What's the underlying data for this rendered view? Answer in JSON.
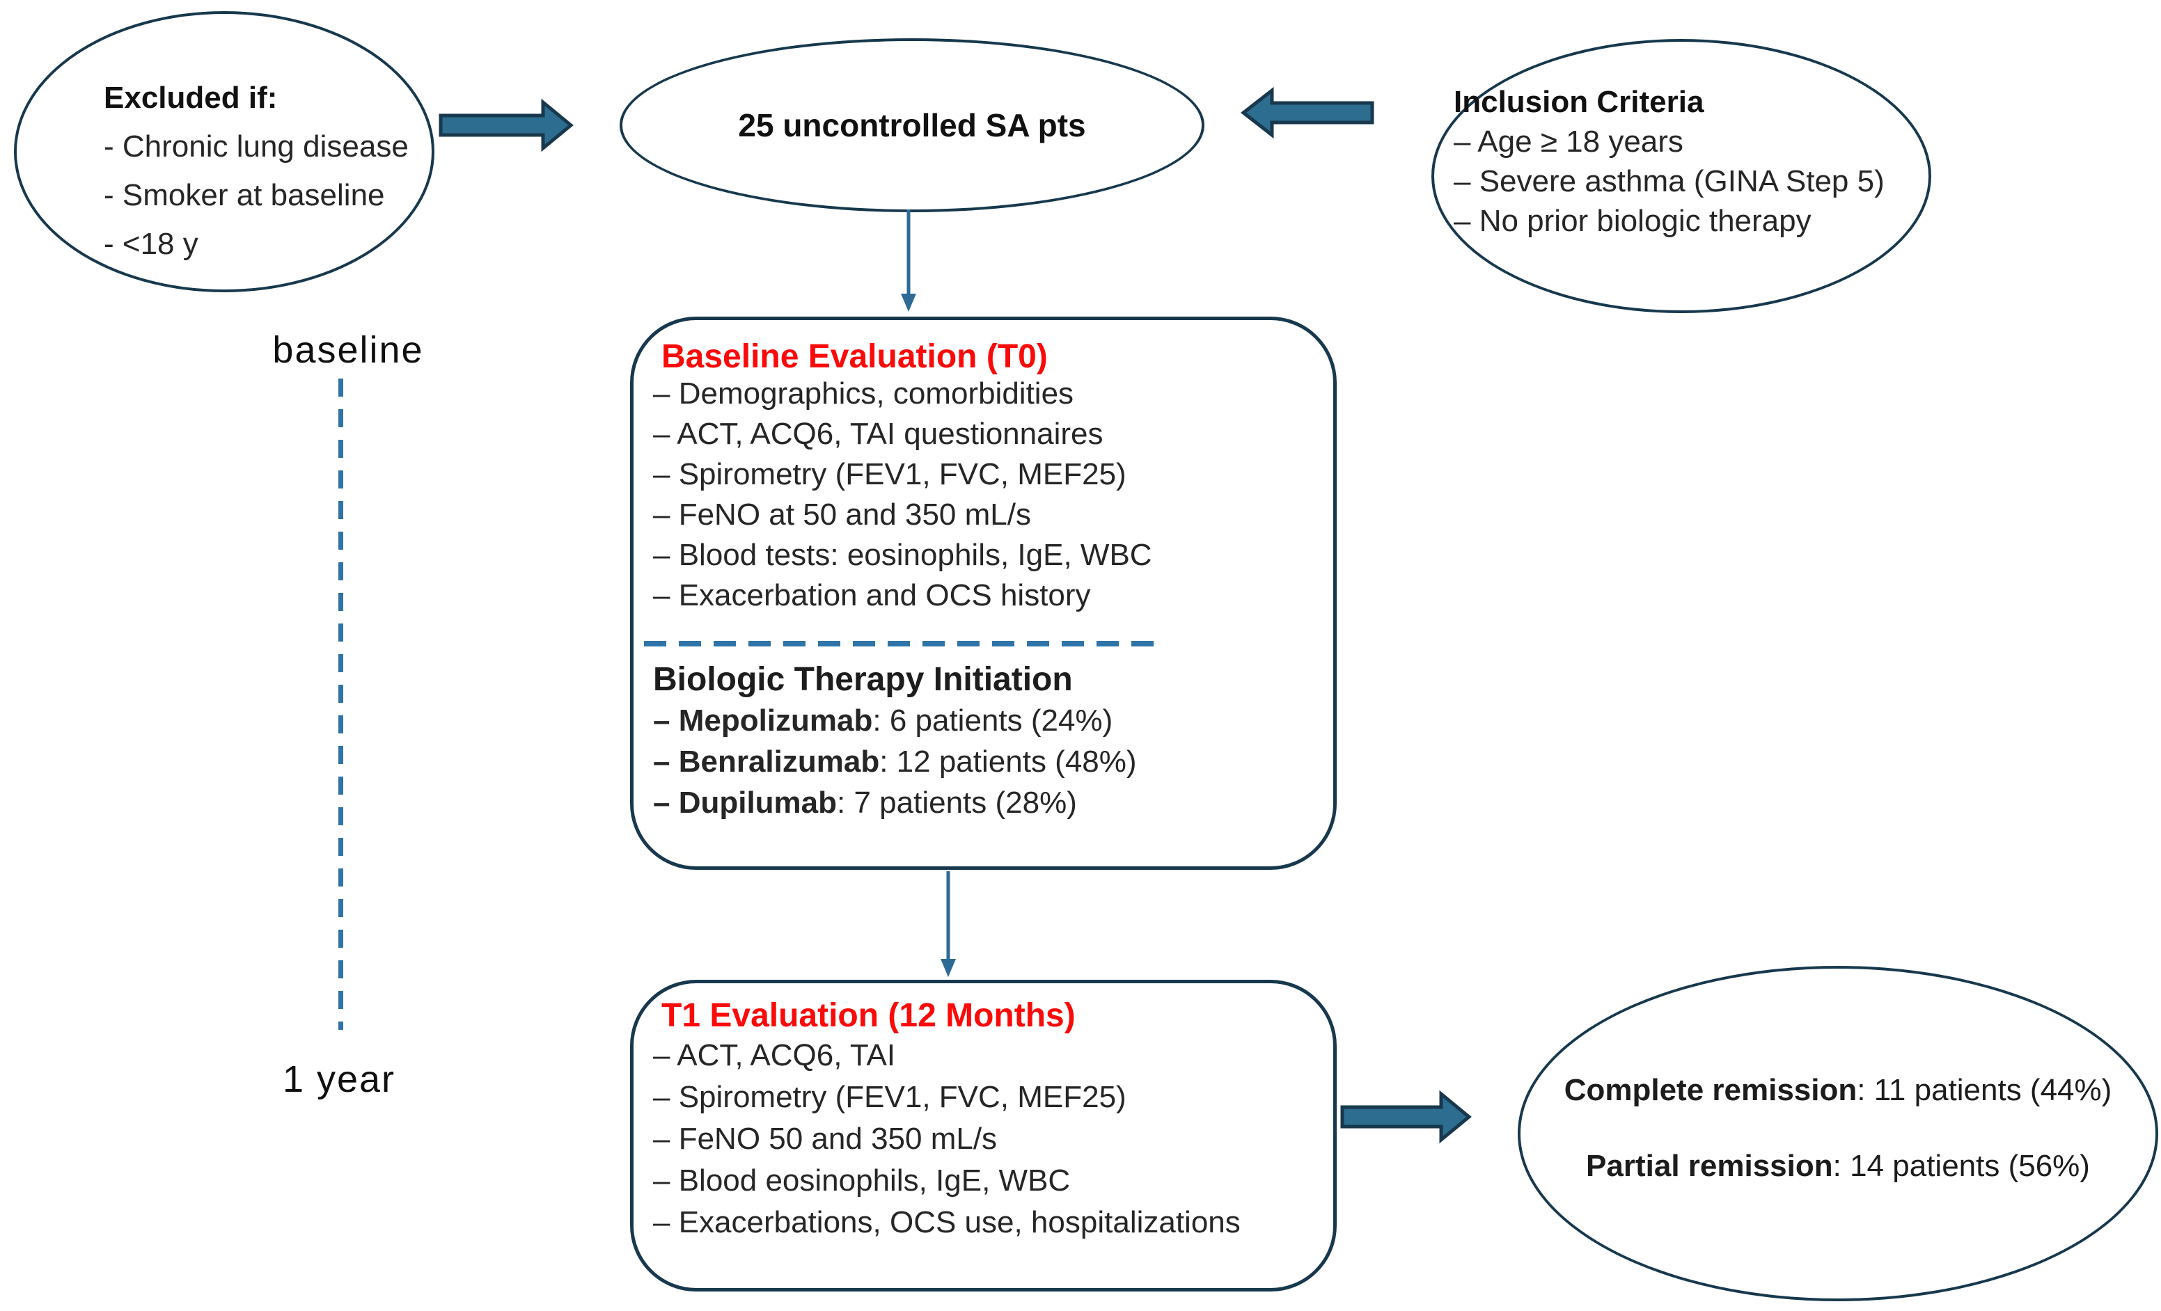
{
  "palette": {
    "outline": "#17384d",
    "arrow_fill": "#2d6d8f",
    "accent_blue": "#2e74a8",
    "thin_arrow_blue": "#2d6a96",
    "title_red": "#fb0a0a",
    "body_text": "#262626"
  },
  "excluded": {
    "title": "Excluded if:",
    "items": [
      "- Chronic lung disease",
      "- Smoker at baseline",
      "- <18 y"
    ]
  },
  "cohort": {
    "label": "25 uncontrolled SA pts"
  },
  "inclusion": {
    "title": "Inclusion Criteria",
    "items": [
      "– Age ≥ 18 years",
      "– Severe asthma (GINA Step 5)",
      "– No prior biologic therapy"
    ]
  },
  "timeline": {
    "start_label": "baseline",
    "end_label": "1 year"
  },
  "baseline_box": {
    "title": "Baseline Evaluation (T0)",
    "bullets": [
      "– Demographics, comorbidities",
      "– ACT, ACQ6, TAI questionnaires",
      "– Spirometry (FEV1, FVC, MEF25)",
      "– FeNO at 50 and 350 mL/s",
      "– Blood tests: eosinophils, IgE, WBC",
      "– Exacerbation and OCS history"
    ],
    "therapy": {
      "title": "Biologic Therapy Initiation",
      "items": [
        {
          "drug": "– Mepolizumab",
          "rest": ": 6 patients (24%)"
        },
        {
          "drug": "– Benralizumab",
          "rest": ": 12 patients (48%)"
        },
        {
          "drug": "– Dupilumab",
          "rest": ": 7 patients (28%)"
        }
      ]
    }
  },
  "t1_box": {
    "title": "T1 Evaluation (12 Months)",
    "bullets": [
      "– ACT, ACQ6, TAI",
      "– Spirometry (FEV1, FVC, MEF25)",
      "– FeNO 50 and 350 mL/s",
      "– Blood eosinophils, IgE, WBC",
      "– Exacerbations, OCS use, hospitalizations"
    ]
  },
  "outcome": {
    "lines": [
      {
        "label": "Complete remission",
        "rest": ": 11 patients (44%)"
      },
      {
        "label": "Partial remission",
        "rest": ": 14 patients (56%)"
      }
    ]
  }
}
